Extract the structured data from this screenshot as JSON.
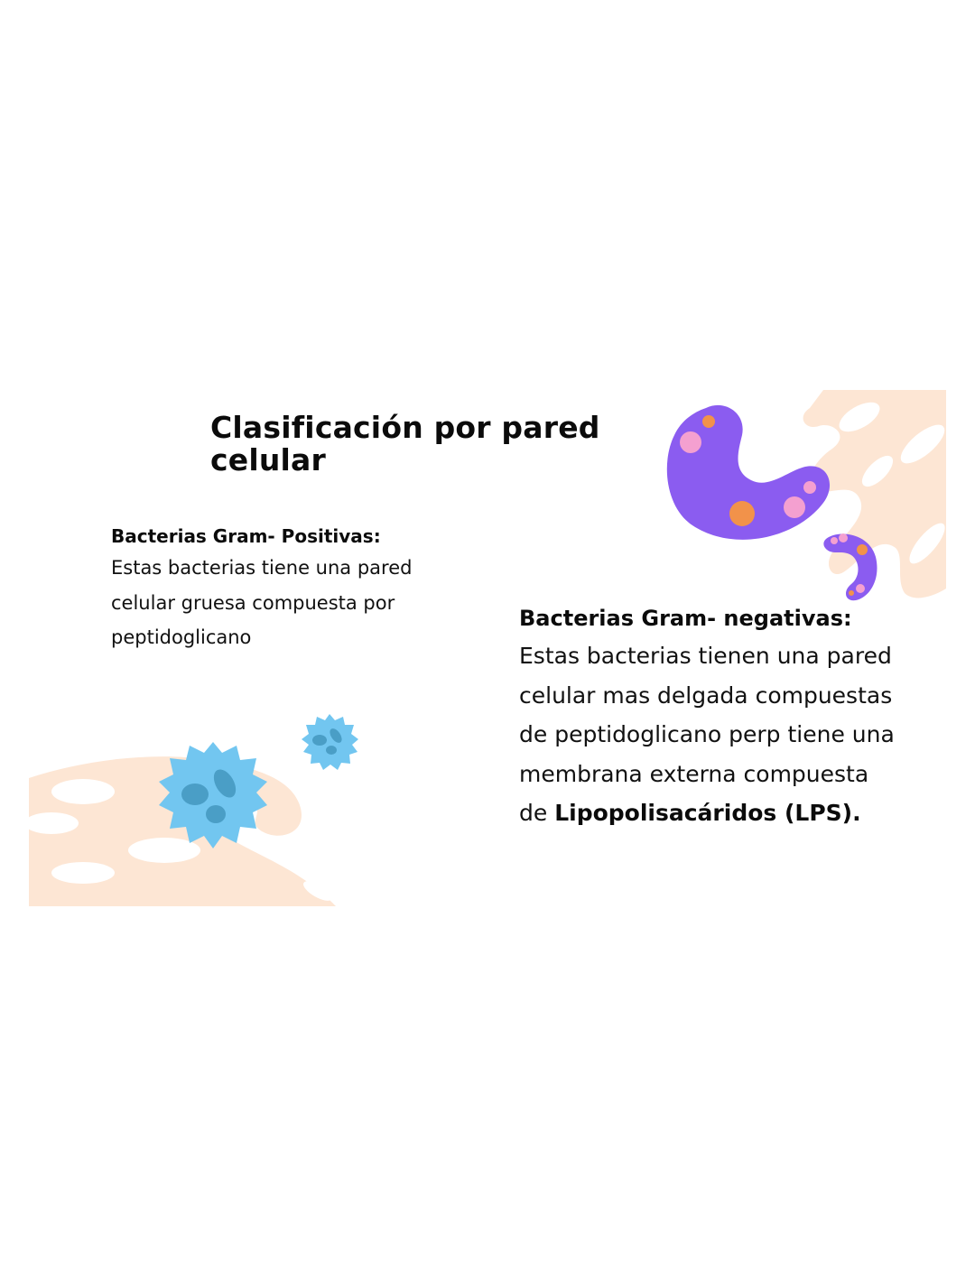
{
  "slide": {
    "title": "Clasificación por pared celular",
    "gram_positive": {
      "heading": "Bacterias Gram- Positivas:",
      "body": "Estas bacterias tiene una pared celular gruesa compuesta por peptidoglicano"
    },
    "gram_negative": {
      "heading": "Bacterias Gram- negativas:",
      "body": "Estas bacterias tienen una pared celular mas delgada compuestas de peptidoglicano perp tiene una membrana externa compuesta de",
      "emphasis": "Lipopolisacáridos (LPS)."
    },
    "illustrations": {
      "bacillus_color": "#8b5cf0",
      "spot_pink": "#f4a0d0",
      "spot_orange": "#f2924a",
      "coccus_color": "#72c6f0",
      "coccus_spot": "#4a9ec6",
      "blob_color": "#fde6d4"
    }
  }
}
